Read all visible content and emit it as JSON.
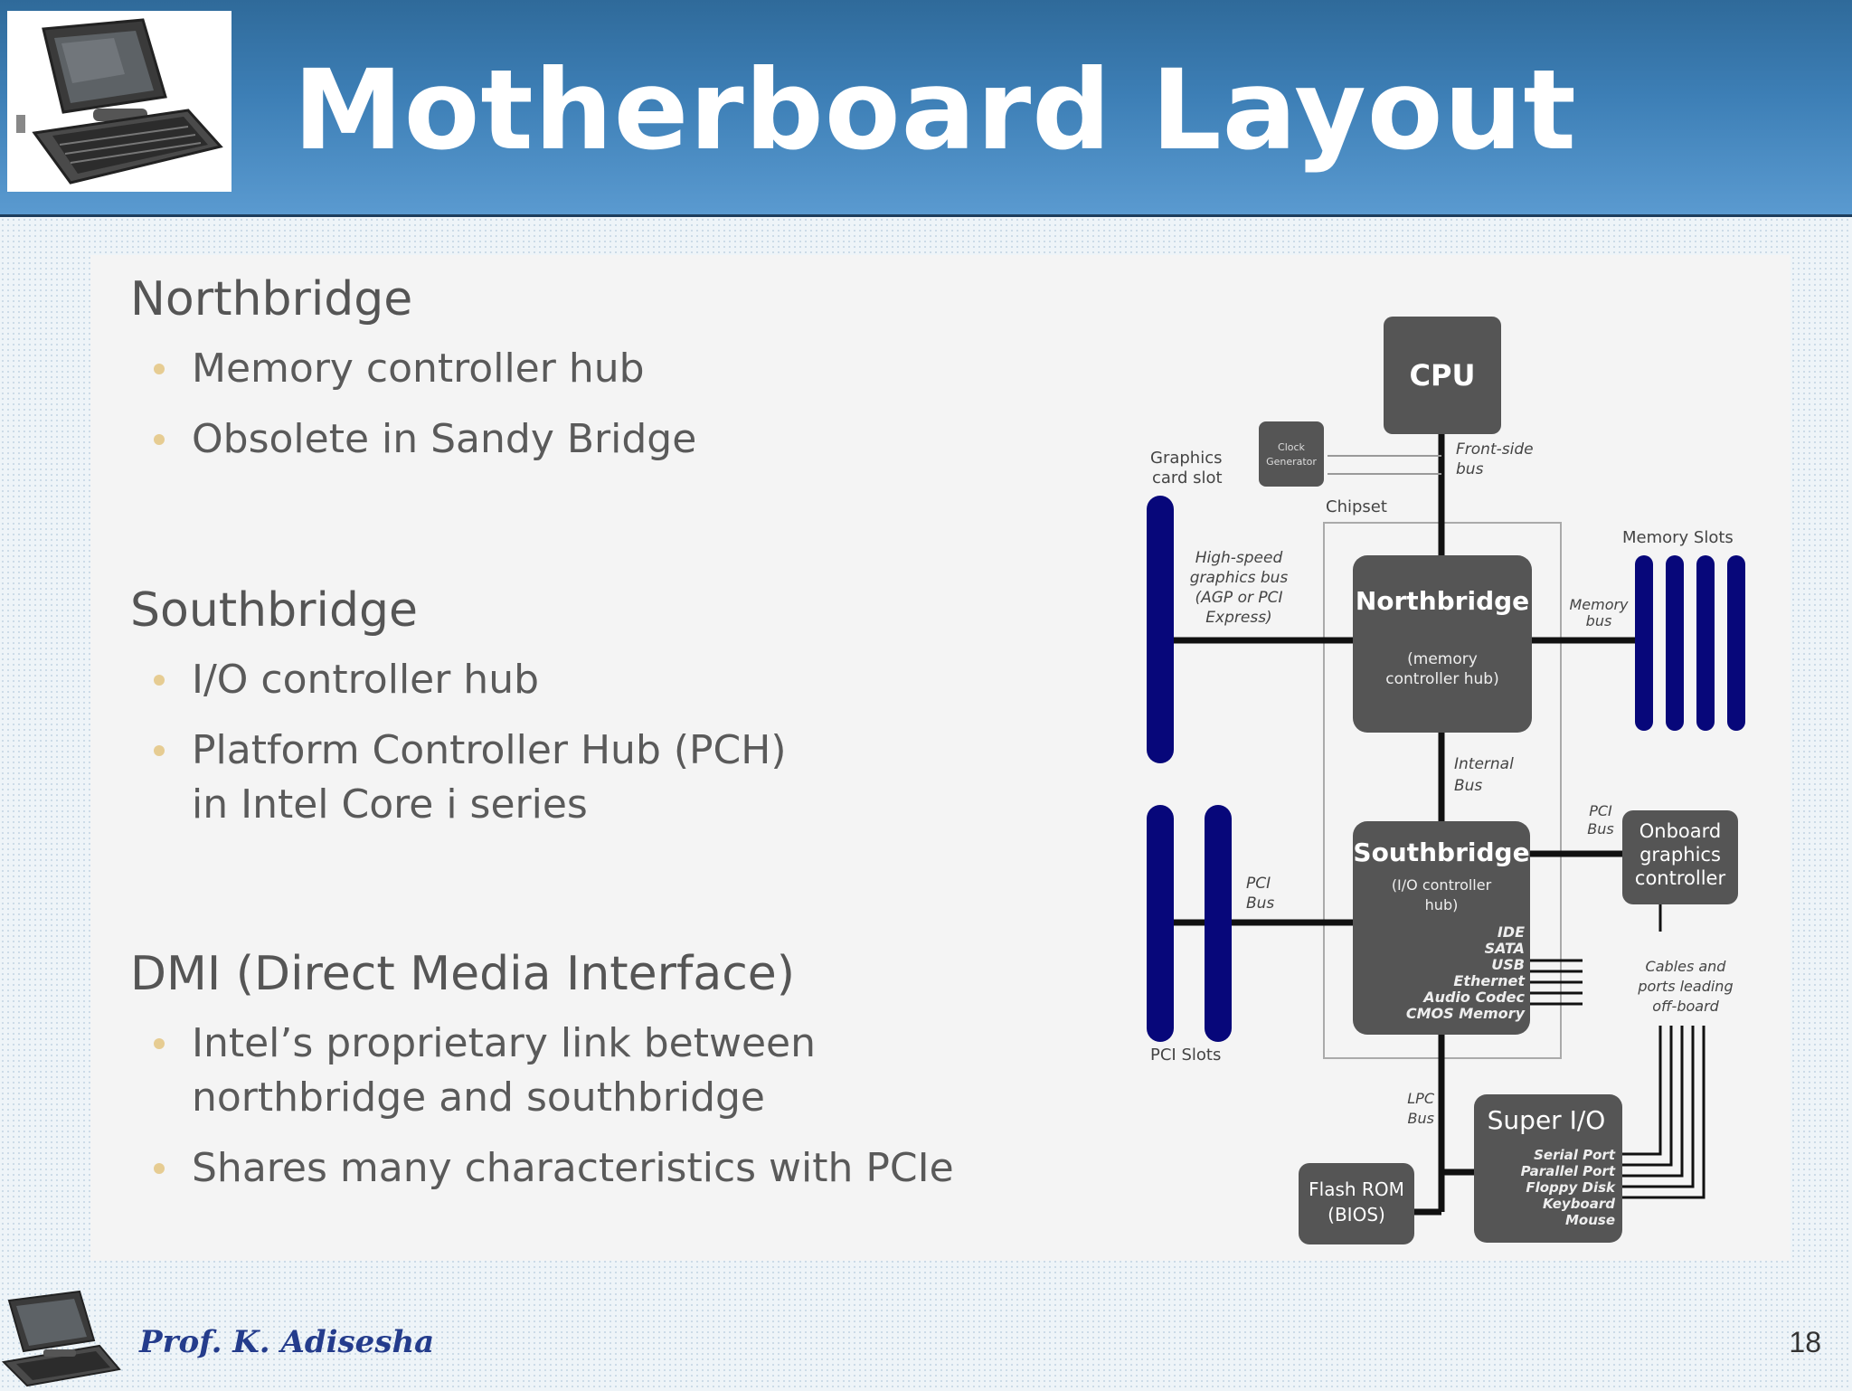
{
  "slide": {
    "title": "Motherboard Layout",
    "page_number": "18",
    "author": "Prof. K. Adisesha"
  },
  "sections": [
    {
      "heading": "Northbridge",
      "bullets": [
        "Memory controller hub",
        "Obsolete in Sandy Bridge"
      ]
    },
    {
      "heading": "Southbridge",
      "bullets": [
        "I/O controller hub",
        "Platform Controller Hub (PCH)",
        "in Intel Core i series"
      ]
    },
    {
      "heading": "DMI (Direct Media Interface)",
      "bullets": [
        "Intel’s proprietary link between",
        "northbridge and southbridge",
        "Shares many characteristics with PCIe"
      ]
    }
  ],
  "diagram": {
    "cpu": "CPU",
    "clock_line1": "Clock",
    "clock_line2": "Generator",
    "front_side_bus_1": "Front-side",
    "front_side_bus_2": "bus",
    "graphics_slot_1": "Graphics",
    "graphics_slot_2": "card slot",
    "chipset": "Chipset",
    "memory_slots": "Memory Slots",
    "hs_bus_1": "High-speed",
    "hs_bus_2": "graphics bus",
    "hs_bus_3": "(AGP or PCI",
    "hs_bus_4": "Express)",
    "northbridge": "Northbridge",
    "nb_sub_1": "(memory",
    "nb_sub_2": "controller hub)",
    "memory_bus_1": "Memory",
    "memory_bus_2": "bus",
    "internal_bus_1": "Internal",
    "internal_bus_2": "Bus",
    "pci_bus_right_1": "PCI",
    "pci_bus_right_2": "Bus",
    "onboard_1": "Onboard",
    "onboard_2": "graphics",
    "onboard_3": "controller",
    "southbridge": "Southbridge",
    "sb_sub_1": "(I/O controller",
    "sb_sub_2": "hub)",
    "sb_ports": [
      "IDE",
      "SATA",
      "USB",
      "Ethernet",
      "Audio Codec",
      "CMOS Memory"
    ],
    "pci_bus_left_1": "PCI",
    "pci_bus_left_2": "Bus",
    "cables_1": "Cables and",
    "cables_2": "ports leading",
    "cables_3": "off-board",
    "pci_slots": "PCI Slots",
    "lpc_bus_1": "LPC",
    "lpc_bus_2": "Bus",
    "super_io": "Super I/O",
    "sio_ports": [
      "Serial Port",
      "Parallel Port",
      "Floppy Disk",
      "Keyboard",
      "Mouse"
    ],
    "flash_1": "Flash ROM",
    "flash_2": "(BIOS)"
  }
}
